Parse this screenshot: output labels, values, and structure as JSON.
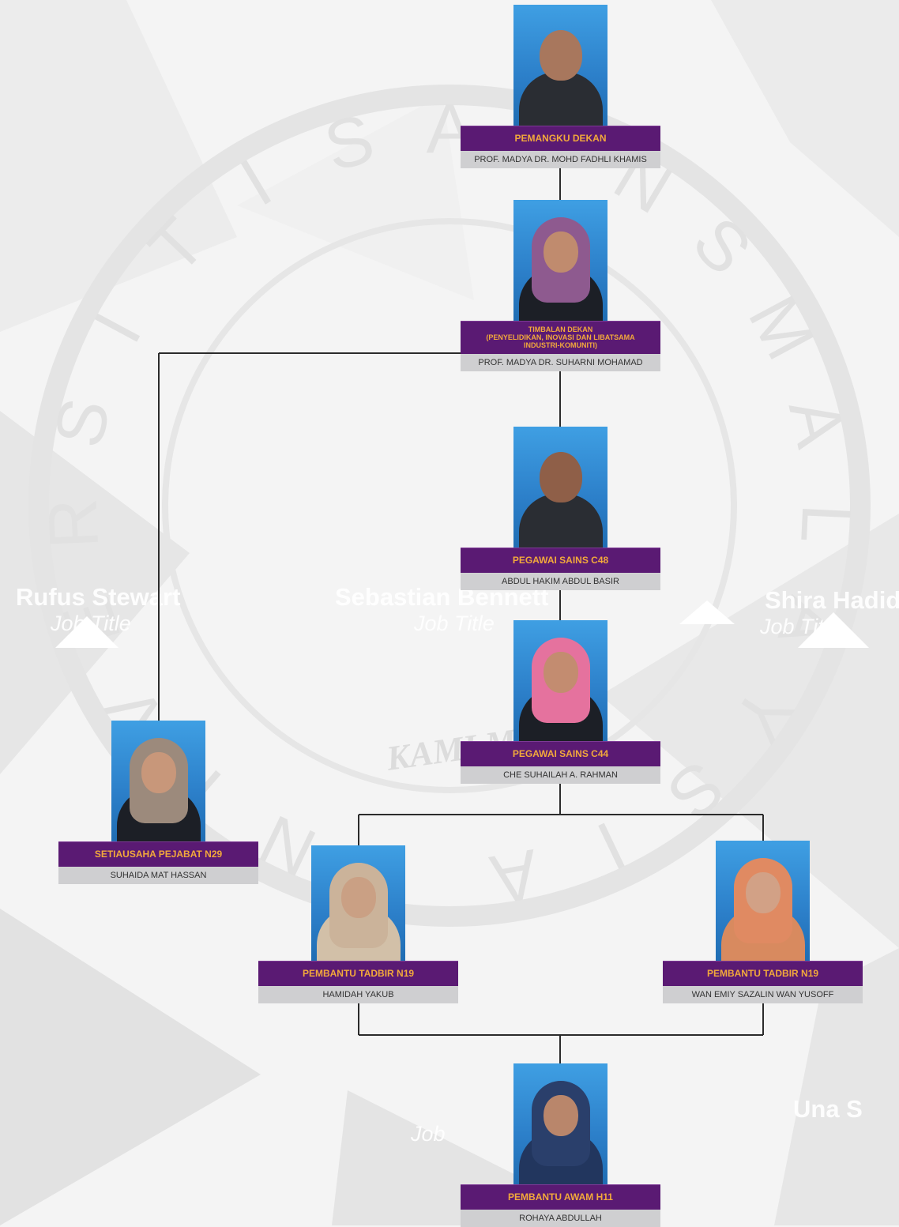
{
  "watermark": {
    "ring_letters": [
      "U",
      "N",
      "I",
      "V",
      "E",
      "R",
      "S",
      "I",
      "T",
      "I",
      "S",
      "A",
      "I",
      "N",
      "S",
      "M",
      "A",
      "L",
      "A",
      "Y",
      "S",
      "I",
      "A"
    ],
    "motto": "KAMI M"
  },
  "ghost_labels": [
    {
      "name": "Rufus Stewart",
      "title": "Job Title"
    },
    {
      "name": "Sebastian Bennett",
      "title": "Job Title"
    },
    {
      "name": "Shira Hadid",
      "title": "Job Title"
    },
    {
      "name": "Una S",
      "title": "Job"
    }
  ],
  "nodes": [
    {
      "id": "dekan",
      "role": "PEMANGKU DEKAN",
      "name": "PROF. MADYA DR. MOHD FADHLI KHAMIS",
      "portrait": {
        "attire": "suit",
        "scarf": null,
        "skin": "#a8775d"
      }
    },
    {
      "id": "timbalan",
      "role": "TIMBALAN DEKAN\n(PENYELIDIKAN, INOVASI DAN LIBATSAMA\nINDUSTRI-KOMUNITI)",
      "name": "PROF. MADYA DR. SUHARNI MOHAMAD",
      "portrait": {
        "attire": "dark",
        "scarf": "#8e5a8f",
        "skin": "#c08b6e"
      }
    },
    {
      "id": "c48",
      "role": "PEGAWAI SAINS C48",
      "name": "ABDUL HAKIM ABDUL BASIR",
      "portrait": {
        "attire": "suit",
        "scarf": null,
        "skin": "#8f5f48"
      }
    },
    {
      "id": "c44",
      "role": "PEGAWAI SAINS C44",
      "name": "CHE SUHAILAH A. RAHMAN",
      "portrait": {
        "attire": "dark",
        "scarf": "#e5729e",
        "skin": "#c38c70"
      }
    },
    {
      "id": "n29",
      "role": "SETIAUSAHA PEJABAT N29",
      "name": "SUHAIDA MAT HASSAN",
      "portrait": {
        "attire": "dark",
        "scarf": "#9c8a7c",
        "skin": "#c8977a"
      }
    },
    {
      "id": "n19a",
      "role": "PEMBANTU TADBIR N19",
      "name": "HAMIDAH YAKUB",
      "portrait": {
        "attire": "beige",
        "scarf": "#cbb39a",
        "skin": "#caa084"
      }
    },
    {
      "id": "n19b",
      "role": "PEMBANTU TADBIR N19",
      "name": "WAN EMIY SAZALIN WAN YUSOFF",
      "portrait": {
        "attire": "orange",
        "scarf": "#e08a62",
        "skin": "#d2a186"
      }
    },
    {
      "id": "h11",
      "role": "PEMBANTU AWAM H11",
      "name": "ROHAYA ABDULLAH",
      "portrait": {
        "attire": "navy",
        "scarf": "#2a3f6b",
        "skin": "#b9866b"
      }
    }
  ],
  "colors": {
    "title_bg": "#5a1a73",
    "title_text": "#f2a93b",
    "name_bg": "#cfcfd1",
    "line": "#2b2b2b"
  }
}
